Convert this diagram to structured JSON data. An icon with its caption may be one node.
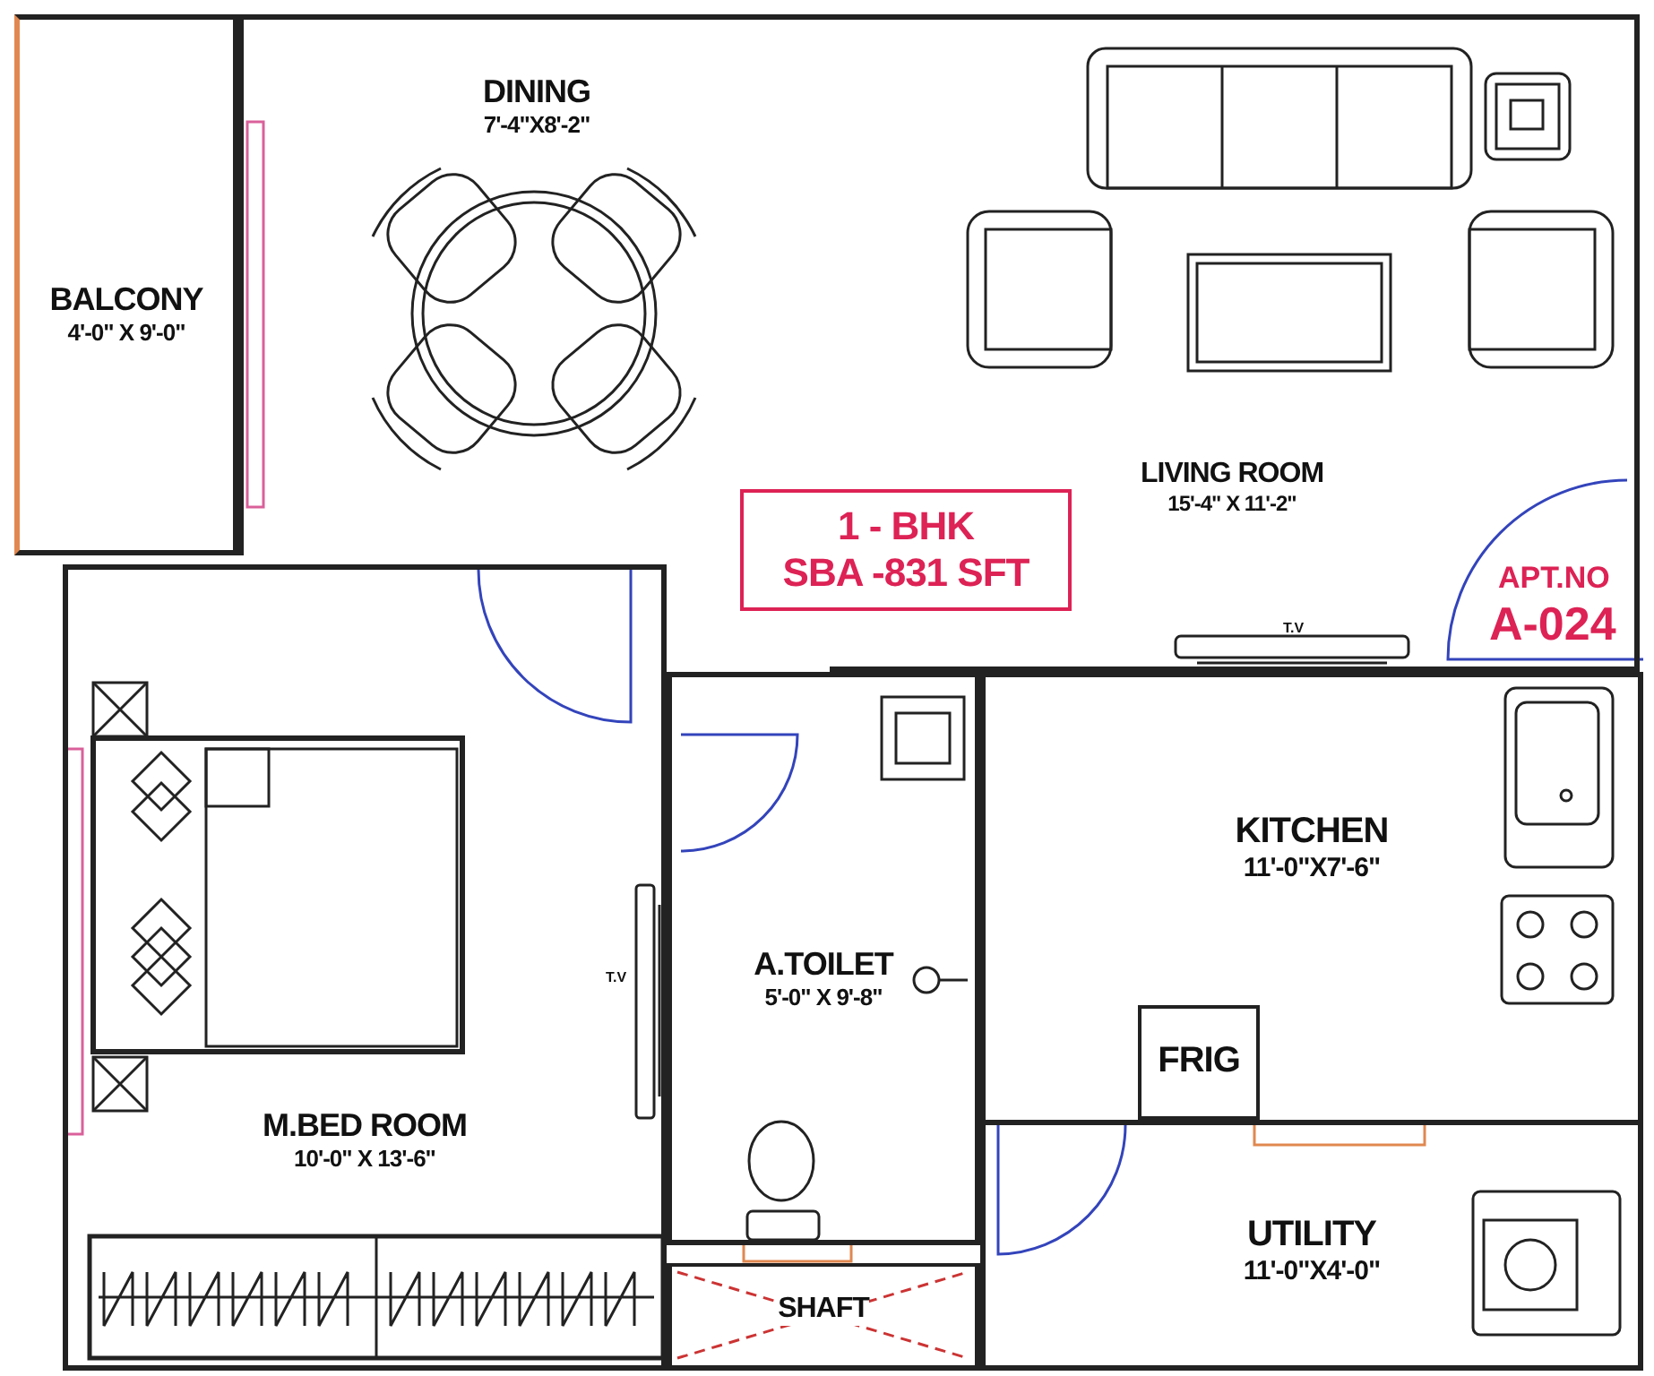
{
  "diagram": {
    "nodes": [
      {
        "text": [
          "BALCONY",
          "4'-0\" X 9'-0\""
        ]
      },
      {
        "text": [
          "DINING",
          "7'-4\"X8'-2\""
        ]
      },
      {
        "text": [
          "LIVING ROOM",
          "15'-4\" X 11'-2\""
        ]
      },
      {
        "text": [
          "1 - BHK",
          "SBA -831 SFT"
        ]
      },
      {
        "text": [
          "M.BED ROOM",
          "10'-0\" X 13'-6\""
        ]
      },
      {
        "text": [
          "A.TOILET",
          "5'-0\" X 9'-8\""
        ]
      },
      {
        "text": [
          "KITCHEN",
          "11'-0\"X7'-6\""
        ]
      },
      {
        "text": [
          "FRIG"
        ],
        "in": 6
      },
      {
        "text": [
          "UTILITY",
          "11'-0\"X4'-0\""
        ]
      },
      {
        "text": [
          "SHAFT"
        ]
      }
    ],
    "labels": [
      "APT.NO",
      "A-024",
      "T.V",
      "T.V"
    ]
  }
}
